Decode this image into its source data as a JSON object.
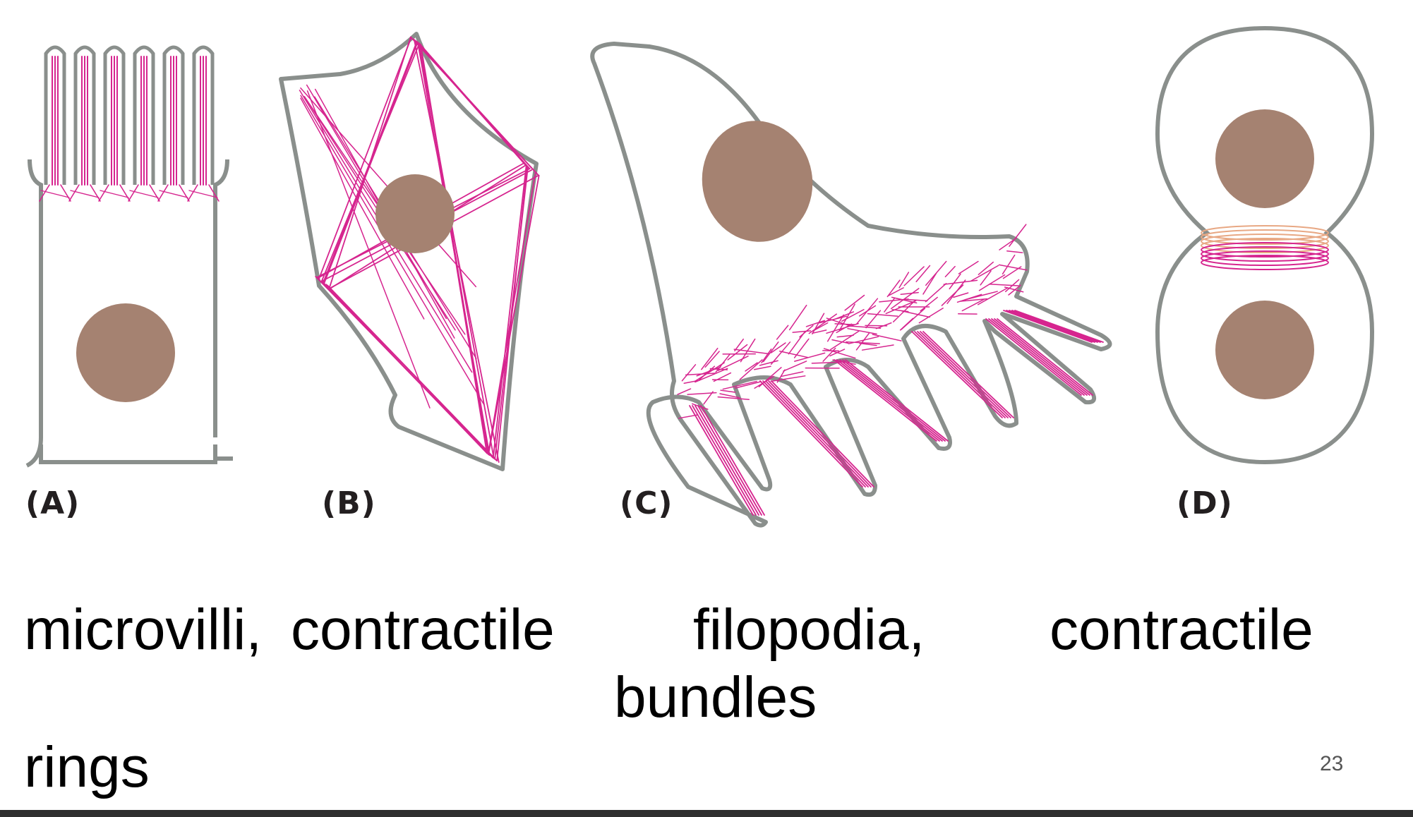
{
  "slide": {
    "panels": [
      {
        "id": "A",
        "label": "(A)"
      },
      {
        "id": "B",
        "label": "(B)"
      },
      {
        "id": "C",
        "label": "(C)"
      },
      {
        "id": "D",
        "label": "(D)"
      }
    ],
    "caption": {
      "word_1": "microvilli,",
      "word_2": "contractile",
      "word_3": "filopodia,",
      "word_4": "contractile",
      "word_5": "bundles",
      "word_6": "rings"
    },
    "page_number": "23"
  },
  "colors": {
    "actin": "#d6258f",
    "actin_light": "#e8a884",
    "nucleus": "#a58271",
    "membrane": "#8a8f8c"
  }
}
